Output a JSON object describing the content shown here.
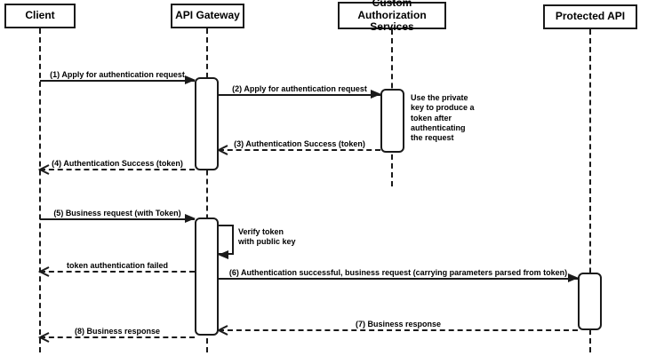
{
  "diagram": {
    "type": "uml-sequence-diagram",
    "participants": {
      "client": "Client",
      "gateway": "API Gateway",
      "auth": "Custom Authorization Services",
      "api": "Protected API"
    },
    "messages": {
      "m1": "(1) Apply for authentication request",
      "m2": "(2) Apply for authentication request",
      "m3": "(3) Authentication Success (token)",
      "m4": "(4) Authentication Success (token)",
      "m5": "(5) Business request (with Token)",
      "self_verify": "Verify token\nwith public key",
      "token_failed": "token authentication failed",
      "m6": "(6) Authentication successful, business request (carrying parameters parsed from token)",
      "m7": "(7) Business response",
      "m8": "(8) Business response"
    },
    "note": "Use the private\nkey to produce a\ntoken after\nauthenticating\nthe request",
    "colors": {
      "line": "#1a1a1a",
      "background": "#ffffff",
      "box_fill": "#ffffff"
    }
  }
}
